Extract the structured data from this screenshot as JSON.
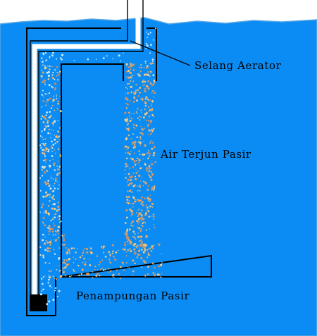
{
  "diagram": {
    "labels": {
      "aerator_hose": "Selang Aerator",
      "sand_waterfall": "Air Terjun Pasir",
      "sand_reservoir": "Penampungan Pasir"
    },
    "colors": {
      "water": "#0b8cf4",
      "water_surface_edge": "#5aa8e6",
      "outline": "#000000",
      "tube": "#ffffff",
      "bubbles": "#cfe9ff",
      "sand": [
        "#f2a35e",
        "#e8c07a",
        "#d98a5a",
        "#f5d08a",
        "#c9a070"
      ],
      "reservoir_block": "#000000"
    }
  }
}
